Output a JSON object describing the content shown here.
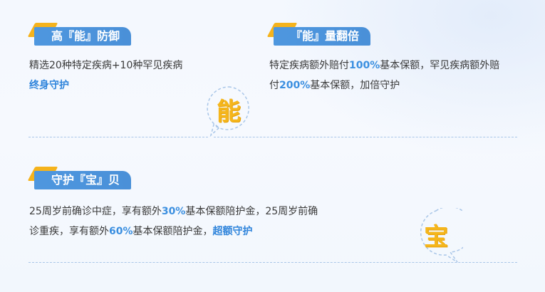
{
  "blocks": [
    {
      "tag": "高『能』防御",
      "line1": "精选20种特定疾病+10种罕见疾病",
      "line2_accent": "终身守护"
    },
    {
      "tag": "『能』量翻倍",
      "line1_pre": "特定疾病额外赔付",
      "line1_pct": "100%",
      "line1_post": "基本保额，罕见疾病额外赔",
      "line2_pre": "付",
      "line2_pct": "200%",
      "line2_post": "基本保额，加倍守护"
    },
    {
      "tag": "守护『宝』贝",
      "line1": "25周岁前确诊中症，享有额外",
      "line1_pct": "30%",
      "line1_post": "基本保额陪护金，25周岁前确",
      "line2_pre": "诊重疾，享有额外",
      "line2_pct": "60%",
      "line2_mid": "基本保额陪护金，",
      "line2_accent": "超额守护"
    }
  ],
  "bubbles": [
    {
      "char": "能"
    },
    {
      "char": "宝"
    }
  ],
  "colors": {
    "tag_blue": "#4a90d8",
    "tag_yellow": "#f5b31c",
    "highlight_blue": "#3b8fe0",
    "bubble_char": "#f5b61c",
    "divider": "#a9c6e8"
  }
}
